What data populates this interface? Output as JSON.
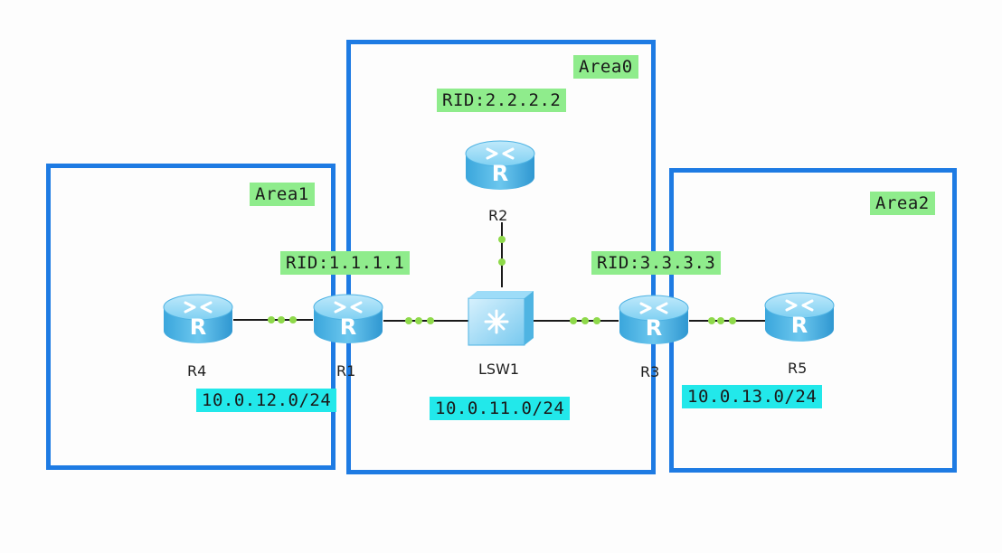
{
  "colors": {
    "area_border": "#1e7be3",
    "rid_label_bg": "#8fec8c",
    "subnet_label_bg": "#22e8ea",
    "link": "#1a1a1a",
    "port_dot": "#8ed94a",
    "device_body": "#5bbde6"
  },
  "areas": [
    {
      "name": "Area0"
    },
    {
      "name": "Area1"
    },
    {
      "name": "Area2"
    }
  ],
  "rids": {
    "r1": "RID:1.1.1.1",
    "r2": "RID:2.2.2.2",
    "r3": "RID:3.3.3.3"
  },
  "subnets": {
    "area1": "10.0.12.0/24",
    "area0": "10.0.11.0/24",
    "area2": "10.0.13.0/24"
  },
  "devices": {
    "r1": {
      "name": "R1",
      "glyph": "R",
      "icon": "router-icon"
    },
    "r2": {
      "name": "R2",
      "glyph": "R",
      "icon": "router-icon"
    },
    "r3": {
      "name": "R3",
      "glyph": "R",
      "icon": "router-icon"
    },
    "r4": {
      "name": "R4",
      "glyph": "R",
      "icon": "router-icon"
    },
    "r5": {
      "name": "R5",
      "glyph": "R",
      "icon": "router-icon"
    },
    "lsw1": {
      "name": "LSW1",
      "icon": "switch-icon"
    }
  }
}
